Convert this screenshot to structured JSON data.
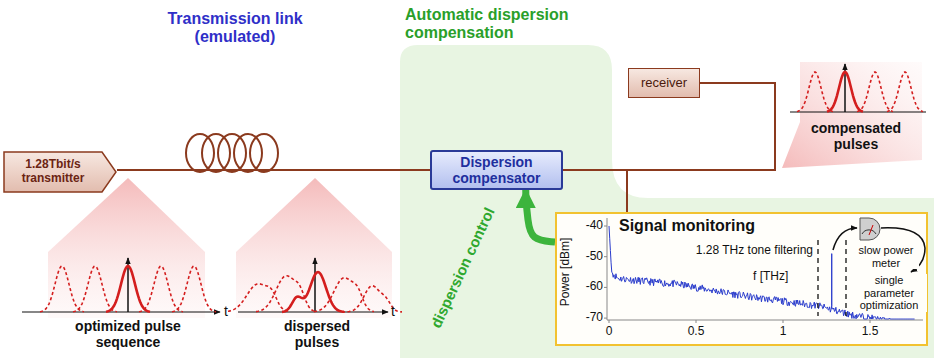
{
  "diagram": {
    "nodes": [
      {
        "text": [
          "1.28Tbit/s transmitter"
        ]
      },
      {
        "text": [
          "Automatic dispersion compensation"
        ]
      },
      {
        "text": [
          "Dispersion compensator"
        ],
        "in": 1
      },
      {
        "text": [
          "receiver"
        ]
      },
      {
        "text": [
          "Signal monitoring"
        ],
        "in": 1
      }
    ],
    "edges": [
      {
        "from": 0,
        "to": 2,
        "arrow": "none"
      },
      {
        "from": 2,
        "to": 3,
        "arrow": "none"
      },
      {
        "from": 2,
        "to": 4,
        "arrow": "none"
      },
      {
        "from": 4,
        "to": 2,
        "arrow": "to",
        "label": "dispersion control"
      }
    ],
    "labels": [
      "Transmission link (emulated)",
      "t",
      "optimized pulse sequence",
      "t",
      "dispersed pulses",
      "compensated pulses",
      "-40",
      "-50",
      "-60",
      "-70",
      "Power [dBm]",
      "0",
      "0.5",
      "1",
      "1.5",
      "f [THz]",
      "1.28 THz tone filtering",
      "slow power meter",
      "single parameter optimization"
    ]
  }
}
